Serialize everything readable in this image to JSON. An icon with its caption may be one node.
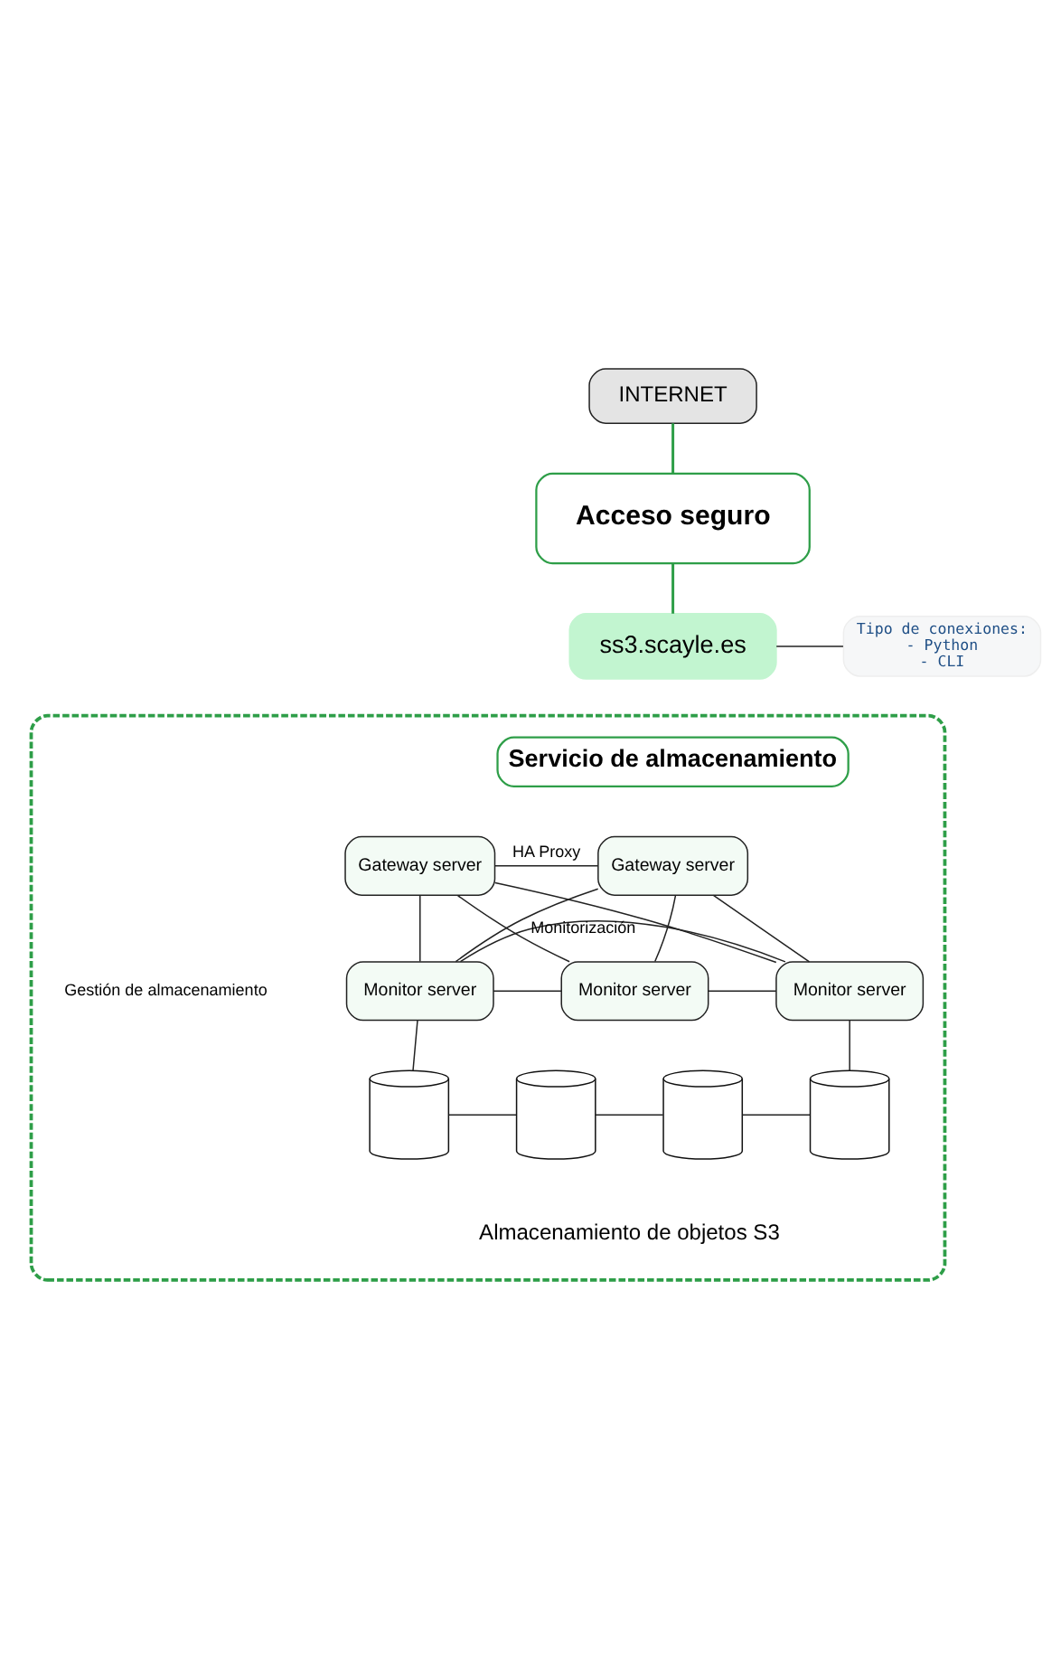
{
  "diagram": {
    "nodes": [
      {
        "text": [
          "INTERNET"
        ]
      },
      {
        "text": [
          "Acceso seguro"
        ]
      },
      {
        "text": [
          "ss3.scayle.es"
        ]
      },
      {
        "text": [
          "Tipo de conexiones:",
          "- Python",
          "- CLI"
        ]
      },
      {
        "text": [],
        "shape": "box"
      },
      {
        "text": [
          "Servicio de almacenamiento"
        ],
        "in": 4
      },
      {
        "text": [
          "Gateway server"
        ],
        "in": 4
      },
      {
        "text": [
          "Gateway server"
        ],
        "in": 4
      },
      {
        "text": [
          "Monitor server"
        ],
        "in": 4
      },
      {
        "text": [
          "Monitor server"
        ],
        "in": 4
      },
      {
        "text": [
          "Monitor server"
        ],
        "in": 4
      },
      {
        "text": [],
        "shape": "cylinder",
        "in": 4
      },
      {
        "text": [],
        "shape": "cylinder",
        "in": 4
      },
      {
        "text": [],
        "shape": "cylinder",
        "in": 4
      },
      {
        "text": [],
        "shape": "cylinder",
        "in": 4
      }
    ],
    "edges": [
      {
        "from": 0,
        "to": 1,
        "arrow": "none",
        "color": "#2e9e48"
      },
      {
        "from": 1,
        "to": 2,
        "arrow": "none",
        "color": "#2e9e48"
      },
      {
        "from": 2,
        "to": 3,
        "arrow": "none"
      },
      {
        "from": 6,
        "to": 7,
        "arrow": "none",
        "label": "HA Proxy"
      },
      {
        "from": 6,
        "to": 8,
        "arrow": "none"
      },
      {
        "from": 6,
        "to": 9,
        "arrow": "none"
      },
      {
        "from": 6,
        "to": 10,
        "arrow": "none"
      },
      {
        "from": 7,
        "to": 8,
        "arrow": "none"
      },
      {
        "from": 7,
        "to": 9,
        "arrow": "none"
      },
      {
        "from": 7,
        "to": 10,
        "arrow": "none"
      },
      {
        "from": 8,
        "to": 9,
        "arrow": "none"
      },
      {
        "from": 9,
        "to": 10,
        "arrow": "none"
      },
      {
        "from": 8,
        "to": 10,
        "arrow": "none",
        "label": "Monitorización"
      },
      {
        "from": 8,
        "to": 11,
        "arrow": "none"
      },
      {
        "from": 10,
        "to": 14,
        "arrow": "none"
      },
      {
        "from": 11,
        "to": 12,
        "arrow": "none"
      },
      {
        "from": 12,
        "to": 13,
        "arrow": "none"
      },
      {
        "from": 13,
        "to": 14,
        "arrow": "none"
      }
    ],
    "labels": [
      "Gestión de almacenamiento",
      "Almacenamiento de objetos S3"
    ]
  }
}
